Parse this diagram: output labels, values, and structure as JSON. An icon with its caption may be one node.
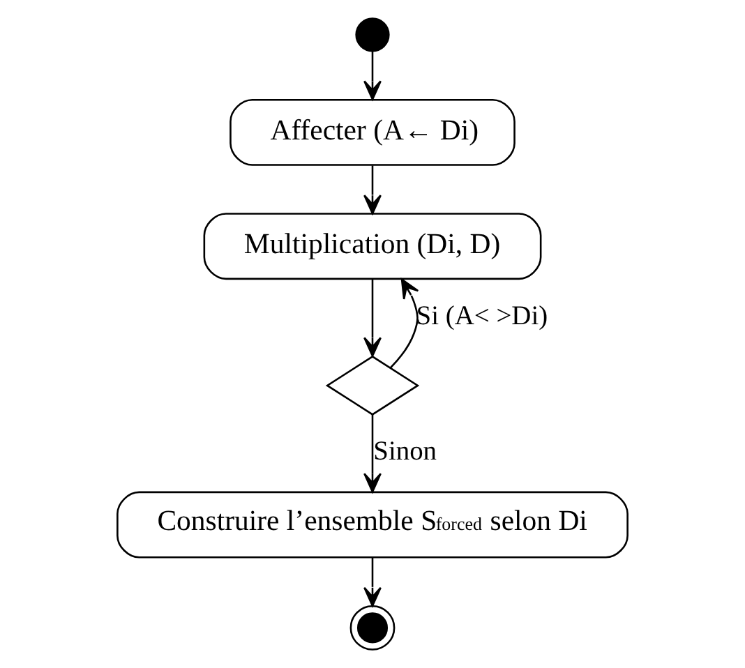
{
  "diagram": {
    "nodes": [
      {
        "text": [],
        "shape": "circle"
      },
      {
        "text": [
          "Affecter (A← Di)"
        ]
      },
      {
        "text": [
          "Multiplication (Di, D)"
        ]
      },
      {
        "text": [],
        "shape": "diamond"
      },
      {
        "text": [
          "Construire l’ensemble S$_{forced}$ selon Di"
        ]
      },
      {
        "text": [],
        "shape": "circle"
      }
    ],
    "edges": [
      {
        "from": 0,
        "to": 1,
        "arrow": "to"
      },
      {
        "from": 1,
        "to": 2,
        "arrow": "to"
      },
      {
        "from": 2,
        "to": 3,
        "arrow": "to"
      },
      {
        "from": 3,
        "to": 2,
        "arrow": "to",
        "label": "Si (A< >Di)"
      },
      {
        "from": 3,
        "to": 4,
        "arrow": "to",
        "label": "Sinon"
      },
      {
        "from": 4,
        "to": 5,
        "arrow": "to"
      }
    ]
  }
}
